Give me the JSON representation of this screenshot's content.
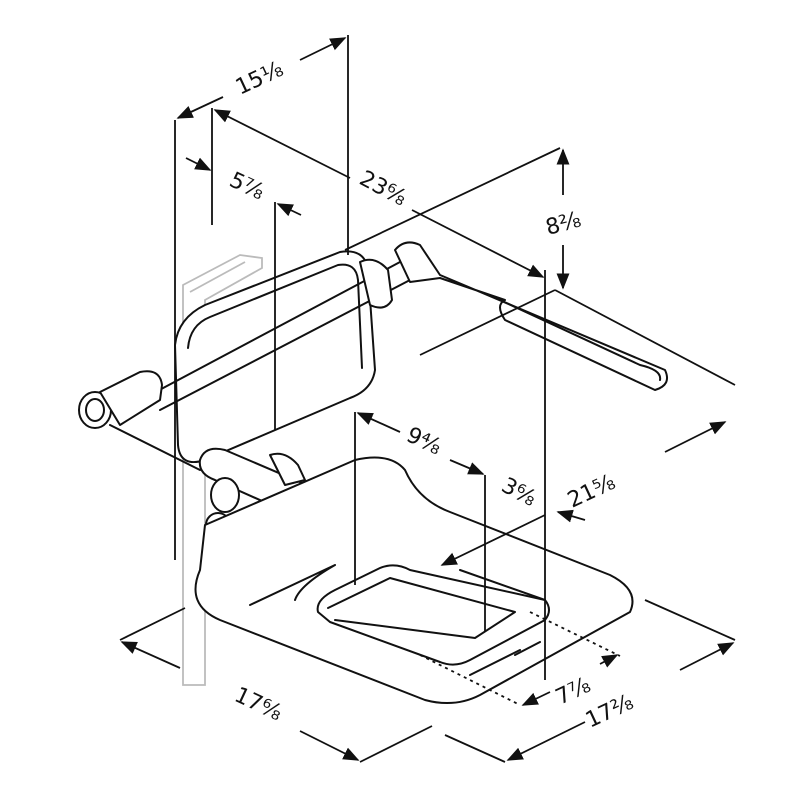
{
  "title": "Fold-up shower seat with backrest and armrests - dimensions",
  "colors": {
    "line": "#111111",
    "wall_plate": "#bbbbbb"
  },
  "dimensions": {
    "overall_height_back": "15⅛",
    "wall_to_backrest": "5⅞",
    "armrest_length": "23⁶⁄₈",
    "armrest_height": "8²⁄₈",
    "backrest_to_opening": "9⁴⁄₈",
    "opening_offset": "3⁶⁄₈",
    "overall_depth": "21⅝",
    "seat_width": "17⁶⁄₈",
    "opening_width": "7⅞",
    "seat_depth": "17²⁄₈"
  }
}
